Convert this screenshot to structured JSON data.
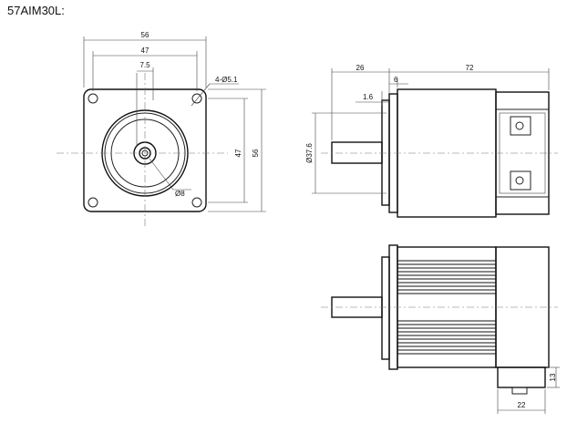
{
  "title": "57AIM30L:",
  "front_view": {
    "dim_width_outer": "56",
    "dim_width_holes": "47",
    "dim_shaft_offset": "7.5",
    "dim_holes": "4-Ø5.1",
    "dim_height_holes": "47",
    "dim_height_outer": "56",
    "dim_shaft": "Ø8"
  },
  "side_view": {
    "dim_shaft_length": "26",
    "dim_flange": "6",
    "dim_body_length": "72",
    "dim_pilot": "1.6",
    "dim_pilot_diameter": "Ø37.6"
  },
  "top_view": {
    "dim_connector_height": "13",
    "dim_connector_width": "22"
  }
}
